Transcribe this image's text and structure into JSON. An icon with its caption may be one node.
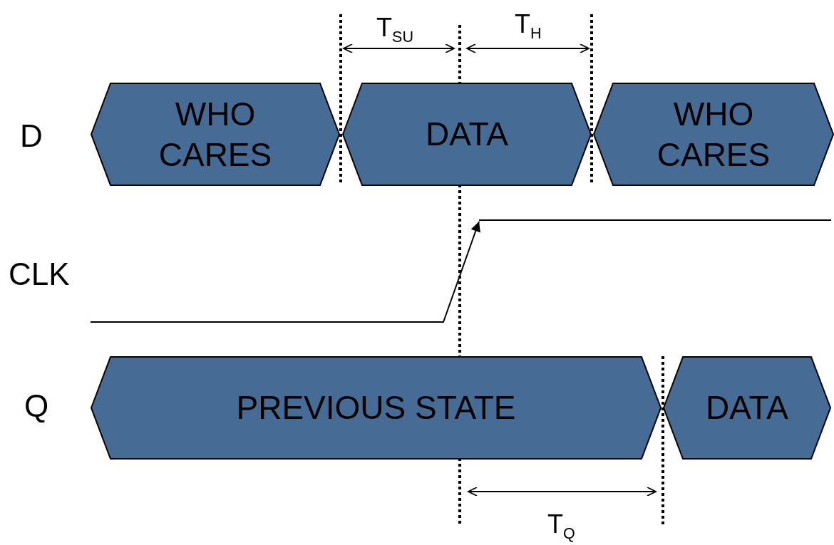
{
  "diagram": {
    "nodes": [
      {
        "text": [
          "WHO CARES"
        ]
      },
      {
        "text": [
          "DATA"
        ]
      },
      {
        "text": [
          "WHO CARES"
        ]
      },
      {
        "text": [
          "PREVIOUS STATE"
        ]
      },
      {
        "text": [
          "DATA"
        ]
      }
    ],
    "edges": [],
    "labels": [
      "T$_{SU}$",
      "T$_{H}$",
      "D",
      "CLK",
      "Q",
      "T$_{Q}$"
    ]
  }
}
